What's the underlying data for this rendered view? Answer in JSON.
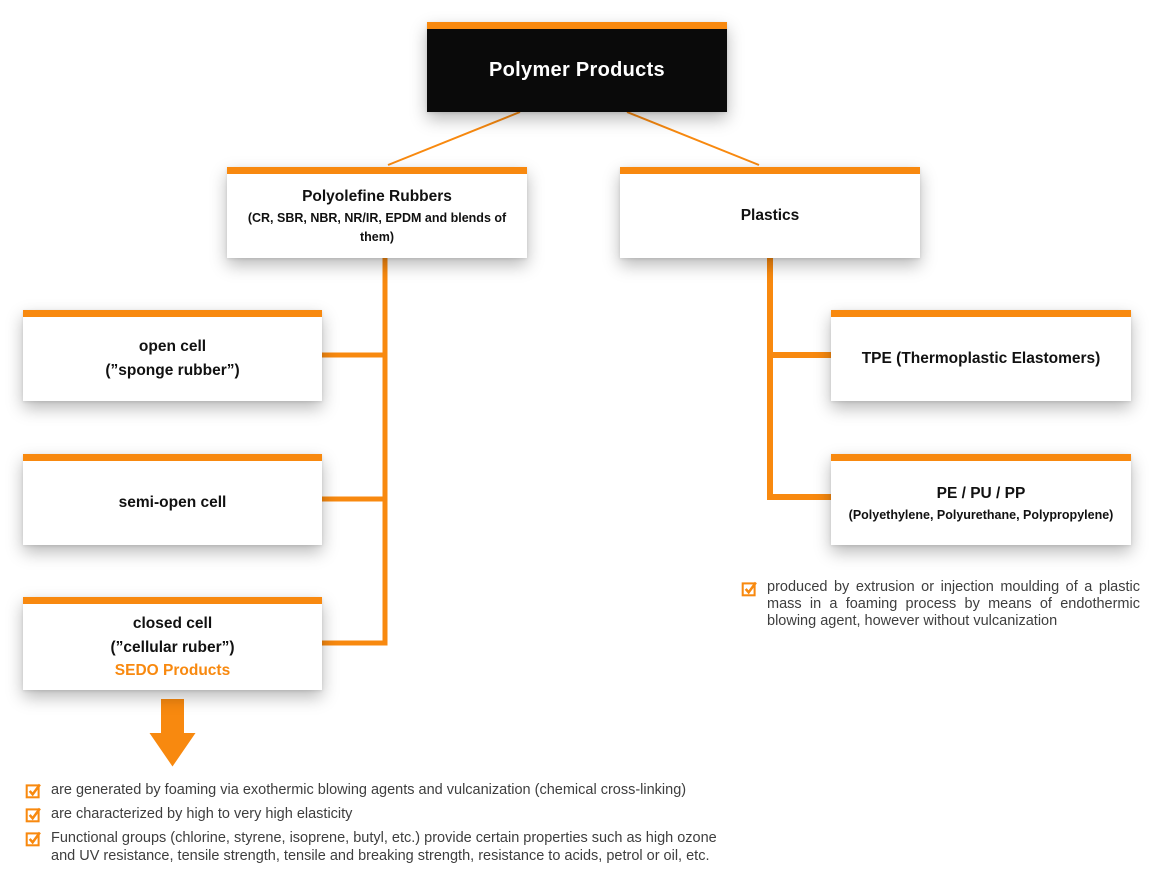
{
  "palette": {
    "accent_orange": "#F8890F",
    "root_box_bg": "#0a0a0a",
    "root_box_text": "#ffffff",
    "box_text": "#111111",
    "note_text": "#3e3e3e",
    "background": "#ffffff"
  },
  "diagram": {
    "root": {
      "label": "Polymer Products"
    },
    "left_branch": {
      "title": "Polyolefine Rubbers",
      "subtitle": "(CR, SBR, NBR, NR/IR, EPDM and blends of them)",
      "children": [
        {
          "title": "open cell",
          "subtitle": "(”sponge rubber”)"
        },
        {
          "title": "semi-open cell"
        },
        {
          "title": "closed cell",
          "subtitle": "(”cellular ruber”)",
          "highlight": "SEDO Products"
        }
      ],
      "notes": [
        "are generated by foaming via exothermic blowing agents and vulcanization (chemical cross-linking)",
        "are characterized by high to very high elasticity",
        "Functional groups (chlorine, styrene, isoprene, butyl, etc.) provide certain properties such as high ozone and UV resistance, tensile strength, tensile and breaking strength, resistance to acids, petrol or oil, etc."
      ]
    },
    "right_branch": {
      "title": "Plastics",
      "children": [
        {
          "title": "TPE (Thermoplastic Elastomers)"
        },
        {
          "title": "PE / PU / PP",
          "subtitle": "(Polyethylene, Polyurethane, Polypropylene)"
        }
      ],
      "note": "produced by extrusion or injection moulding of a plastic mass in a foaming process by means of endothermic blowing agent, however without vulcanization"
    }
  },
  "icons": {
    "checkbox": "checked-checkbox-icon",
    "arrow": "down-arrow-icon"
  }
}
